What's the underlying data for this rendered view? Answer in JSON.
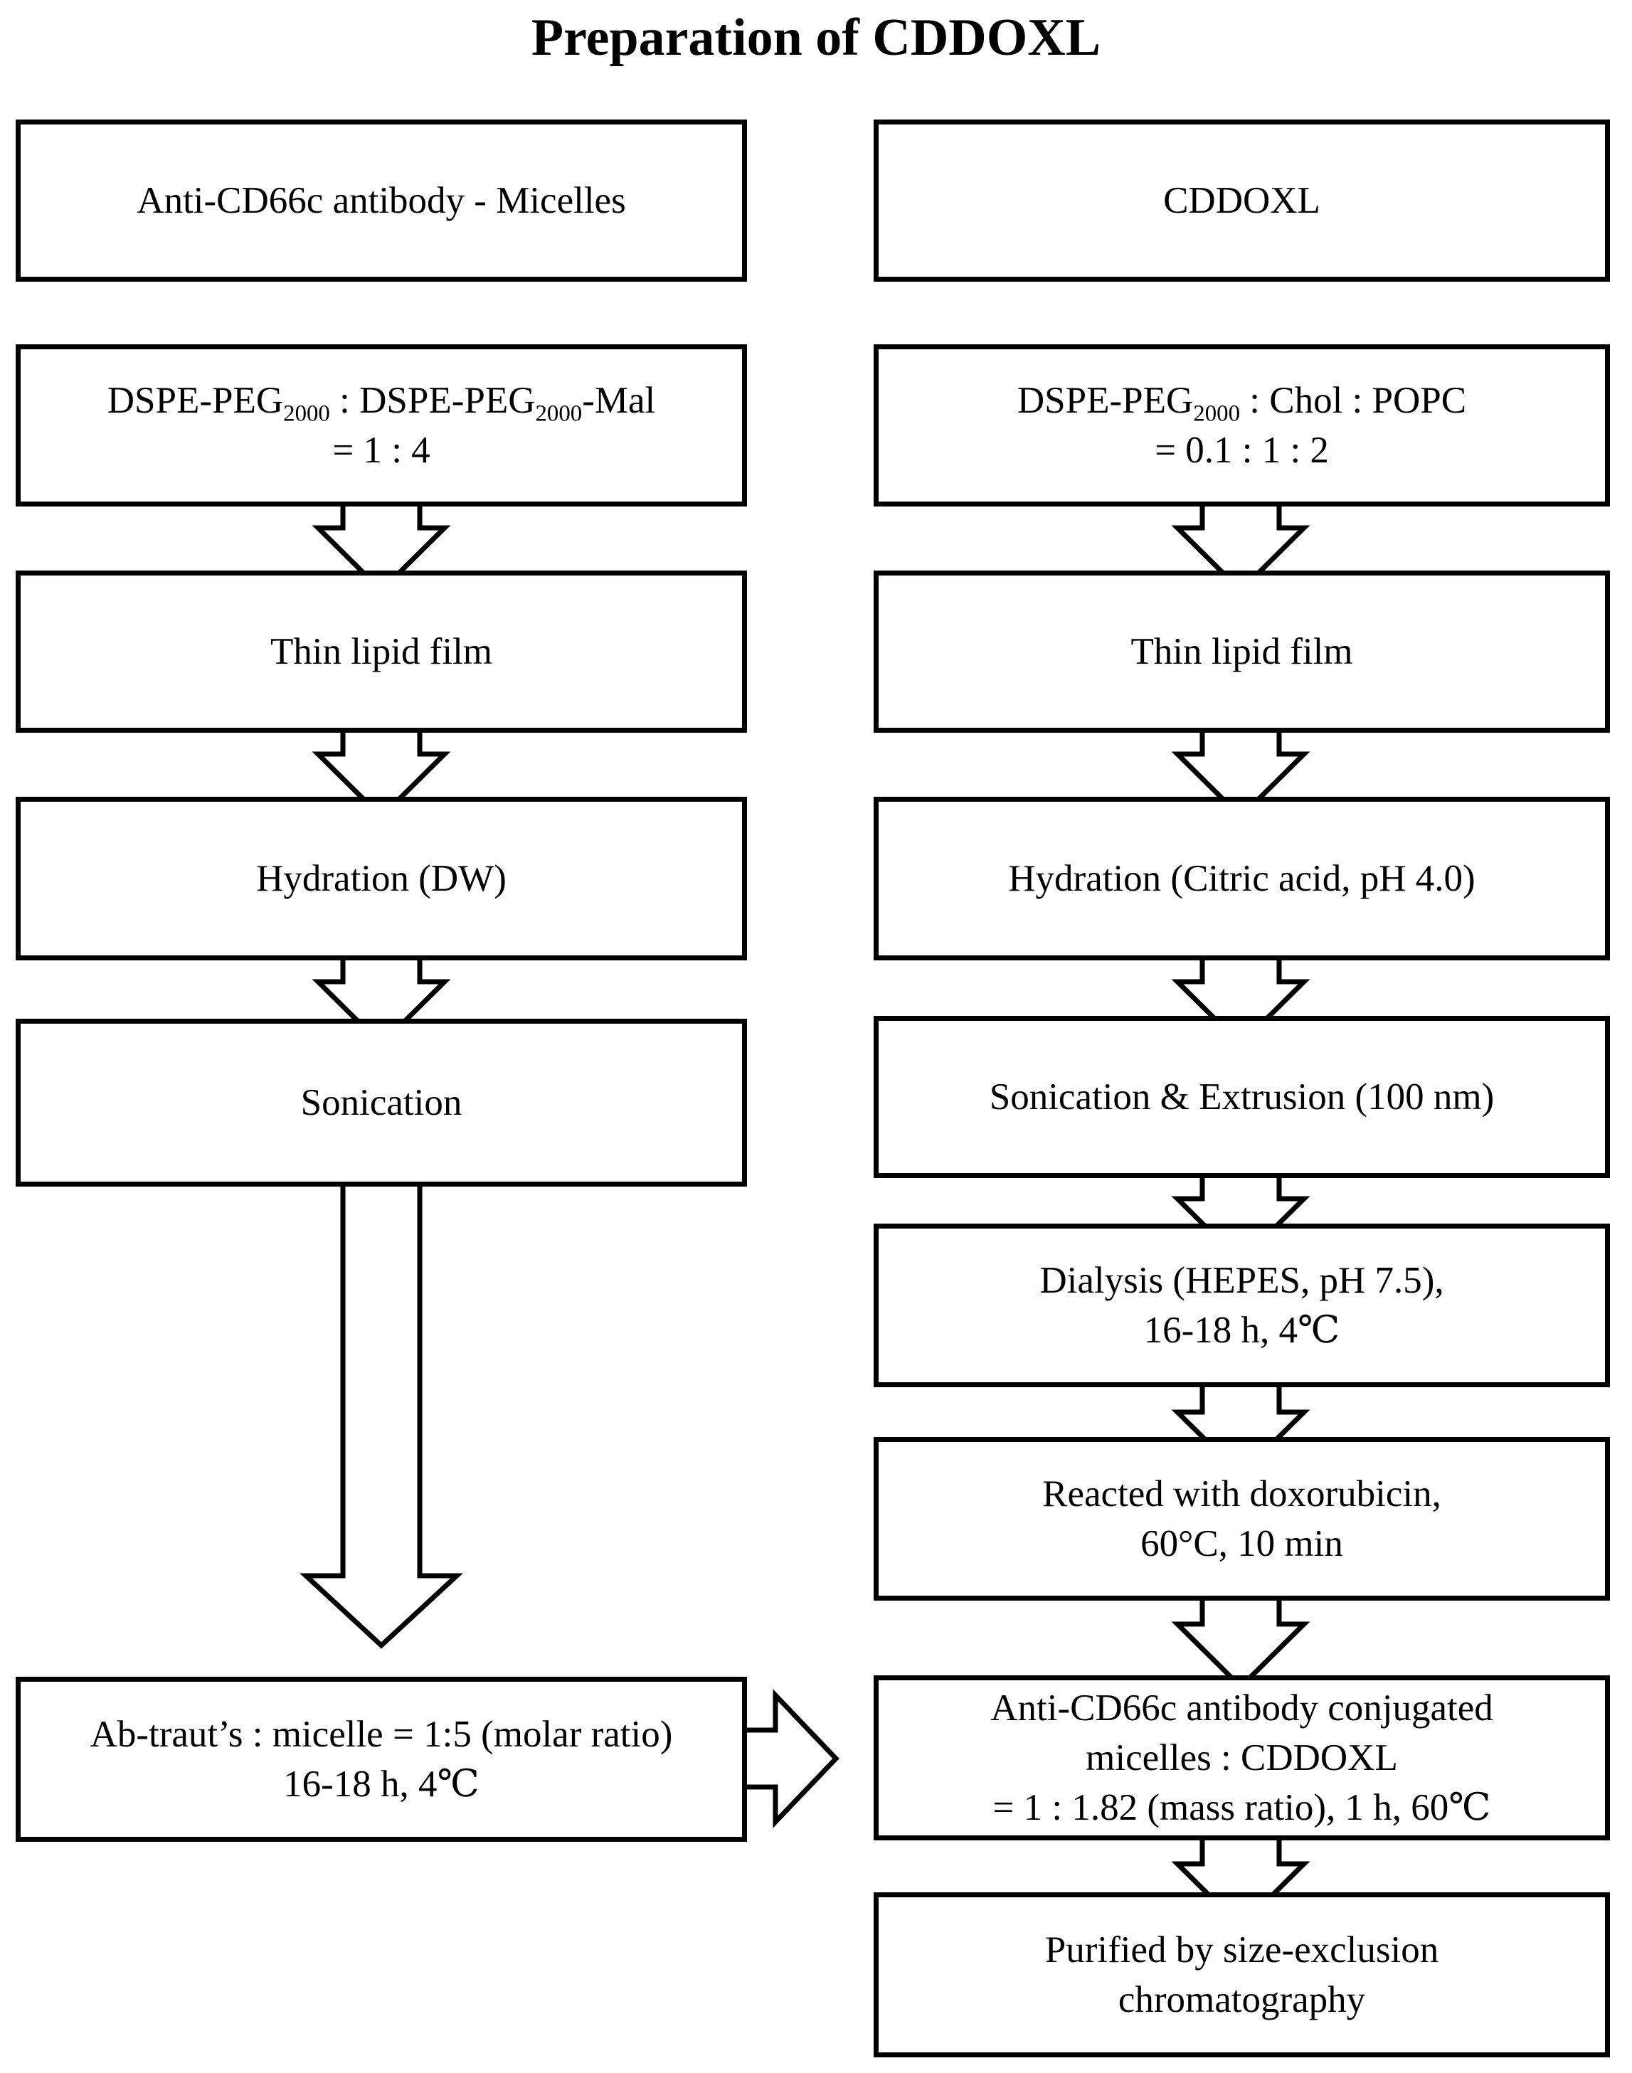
{
  "title": "Preparation of CDDOXL",
  "left_column": {
    "header": "Anti-CD66c antibody - Micelles",
    "lipids": {
      "a": "DSPE-PEG",
      "a_sub": "2000",
      "sep": " : ",
      "b": "DSPE-PEG",
      "b_sub": "2000",
      "b_suffix": "-Mal",
      "ratio": "= 1 : 4"
    },
    "film": "Thin lipid film",
    "hydration": "Hydration (DW)",
    "sonication": "Sonication",
    "conjugation": {
      "line1": "Ab-traut’s : micelle = 1:5 (molar ratio)",
      "line2": "16-18 h, 4℃"
    }
  },
  "right_column": {
    "header": "CDDOXL",
    "lipids": {
      "a": "DSPE-PEG",
      "a_sub": "2000",
      "rest": " : Chol : POPC",
      "ratio": "= 0.1 : 1 : 2"
    },
    "film": "Thin lipid film",
    "hydration": "Hydration (Citric acid, pH 4.0)",
    "sonication": "Sonication & Extrusion (100 nm)",
    "dialysis": {
      "line1": "Dialysis (HEPES, pH 7.5),",
      "line2": "16-18 h, 4℃"
    },
    "doxorubicin": {
      "line1": "Reacted with doxorubicin,",
      "line2": "60°C, 10 min"
    },
    "combine": {
      "line1": "Anti-CD66c antibody conjugated",
      "line2": "micelles : CDDOXL",
      "line3": "= 1 : 1.82 (mass ratio), 1 h, 60℃"
    },
    "purify": {
      "line1": "Purified by size-exclusion",
      "line2": "chromatography"
    }
  }
}
